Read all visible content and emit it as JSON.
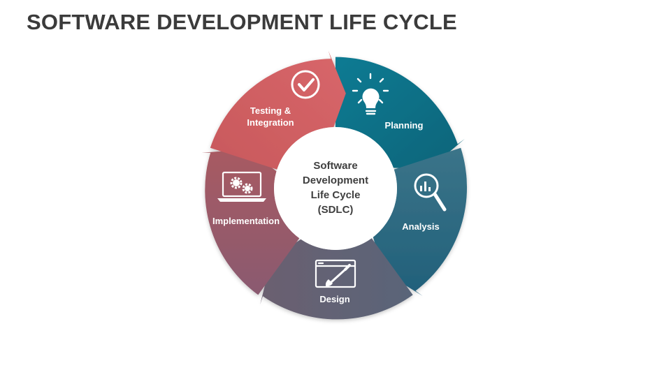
{
  "title": "SOFTWARE DEVELOPMENT LIFE CYCLE",
  "center": {
    "lines": [
      "Software",
      "Development",
      "Life Cycle",
      "(SDLC)"
    ]
  },
  "phases": [
    {
      "id": "planning",
      "label_lines": [
        "Planning"
      ],
      "icon": "lightbulb-icon",
      "color": "#0d7088"
    },
    {
      "id": "analysis",
      "label_lines": [
        "Analysis"
      ],
      "icon": "magnifier-chart-icon",
      "color": "#2e6a80"
    },
    {
      "id": "design",
      "label_lines": [
        "Design"
      ],
      "icon": "browser-brush-icon",
      "color": "#5d6475"
    },
    {
      "id": "implementation",
      "label_lines": [
        "Implementation"
      ],
      "icon": "laptop-gears-icon",
      "color": "#9a5a68"
    },
    {
      "id": "testing",
      "label_lines": [
        "Testing &",
        "Integration"
      ],
      "icon": "checkmark-circle-icon",
      "color": "#d05a5f"
    }
  ]
}
